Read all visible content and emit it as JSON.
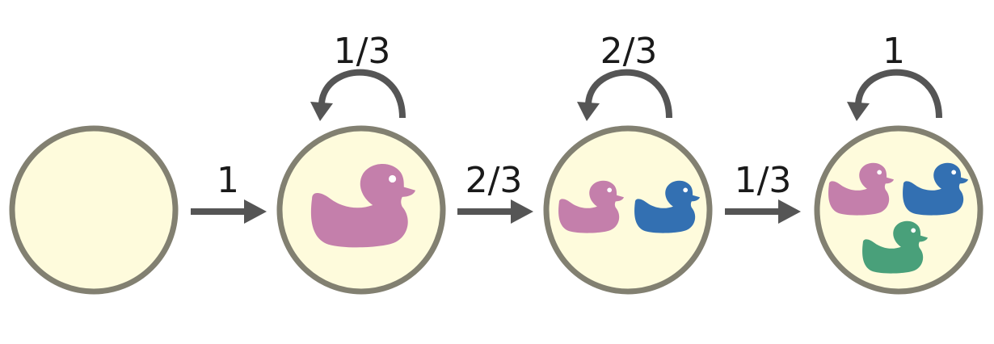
{
  "colors": {
    "state_fill": "#fefbdc",
    "state_stroke": "#828071",
    "arrow": "#555555",
    "duck_pink": "#c47fab",
    "duck_blue": "#3370b2",
    "duck_green": "#49a07a"
  },
  "states": [
    {
      "ducks": []
    },
    {
      "ducks": [
        "pink"
      ]
    },
    {
      "ducks": [
        "pink",
        "blue"
      ]
    },
    {
      "ducks": [
        "pink",
        "blue",
        "green"
      ]
    }
  ],
  "transitions": [
    {
      "label": "1"
    },
    {
      "label": "2/3"
    },
    {
      "label": "1/3"
    }
  ],
  "self_loops": [
    {
      "label": "1/3"
    },
    {
      "label": "2/3"
    },
    {
      "label": "1"
    }
  ]
}
